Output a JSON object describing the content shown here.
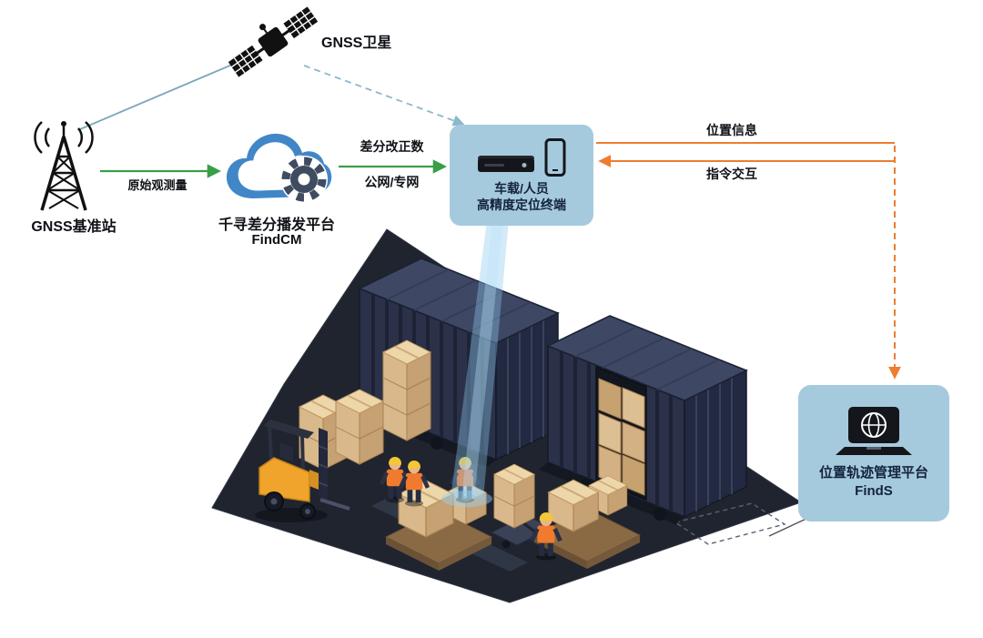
{
  "nodes": {
    "satellite": {
      "label": "GNSS卫星"
    },
    "base_station": {
      "label": "GNSS基准站"
    },
    "cloud_platform": {
      "label1": "千寻差分播发平台",
      "label2": "FindCM"
    },
    "terminal": {
      "label1": "车载/人员",
      "label2": "高精度定位终端"
    },
    "management_platform": {
      "label1": "位置轨迹管理平台",
      "label2": "FindS"
    }
  },
  "edges": {
    "raw_observation": {
      "label": "原始观测量"
    },
    "correction": {
      "label1": "差分改正数",
      "label2": "公网/专网"
    },
    "position_info": {
      "label": "位置信息"
    },
    "command": {
      "label": "指令交互"
    }
  },
  "scene": {
    "elements": [
      "shipping-containers",
      "box-pallets",
      "forklift",
      "warehouse-workers",
      "pallet-jack",
      "positioning-beam"
    ]
  },
  "colors": {
    "accent_green": "#3a9e47",
    "accent_orange": "#ed7d31",
    "link_blue": "#8ab8ce",
    "node_bg": "#a6cadd",
    "cloud_blue": "#4187c7",
    "gear_slate": "#3f4b61",
    "label_dark": "#14233d",
    "container_navy": "#2a3148",
    "platform_dark": "#20242f",
    "box_tan": "#d9b98c",
    "forklift_yellow": "#f0a42b"
  }
}
